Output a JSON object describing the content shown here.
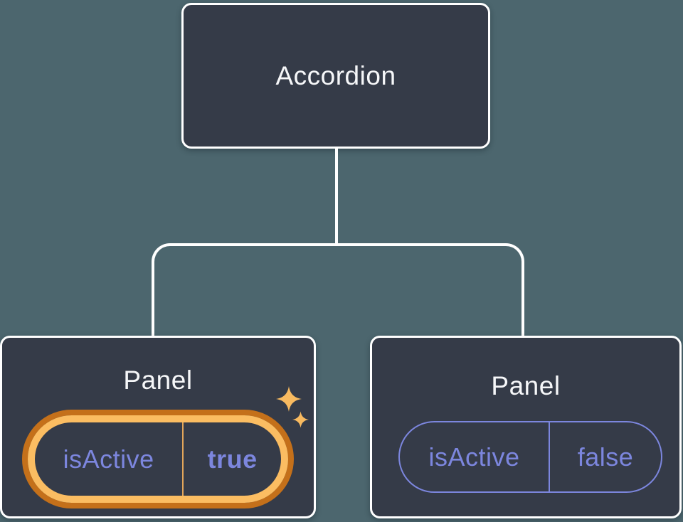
{
  "diagram": {
    "root": {
      "label": "Accordion"
    },
    "panels": [
      {
        "title": "Panel",
        "prop_name": "isActive",
        "prop_value": "true",
        "state": "active",
        "decorations": [
          "sparkle-icon-large",
          "sparkle-icon-small"
        ]
      },
      {
        "title": "Panel",
        "prop_name": "isActive",
        "prop_value": "false",
        "state": "inactive"
      }
    ]
  },
  "colors": {
    "background": "#4C666E",
    "card": "#353B48",
    "line": "#FFFFFF",
    "text_light": "#F6F7F9",
    "prop_text": "#7C86DE",
    "highlight_outer": "#C4701A",
    "highlight_inner": "#FBBD62",
    "highlight_divider": "#E2A55A",
    "sparkle": "#F8BA60"
  }
}
